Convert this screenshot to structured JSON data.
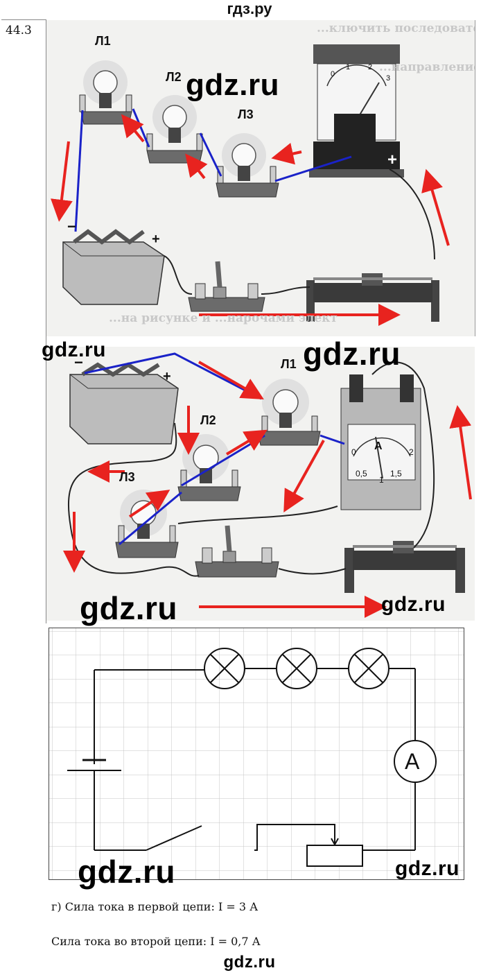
{
  "site_header": "гдз.ру",
  "task_number": "44.3",
  "figure1": {
    "lamp_labels": [
      "Л1",
      "Л2",
      "Л3"
    ],
    "battery_minus": "−",
    "battery_plus": "+",
    "ammeter_plus": "+",
    "ammeter_scale": [
      "0",
      "1",
      "2",
      "3"
    ],
    "ghost_lines": [
      "...ключить последовательно (рис. а): параллельно (",
      "...направление тока в цепи",
      "...на рисунке и ...нарочами элект"
    ]
  },
  "figure2": {
    "lamp_labels": [
      "Л1",
      "Л2",
      "Л3"
    ],
    "battery_minus": "−",
    "battery_plus": "+",
    "ammeter_letter": "А",
    "ammeter_scale": [
      "0",
      "0,5",
      "1",
      "1,5",
      "2"
    ]
  },
  "schematic": {
    "ammeter_letter": "A"
  },
  "answers": [
    "г) Сила тока в первой цепи: I = 3 А",
    "Сила тока во второй цепи: I = 0,7 А"
  ],
  "watermarks": [
    "gdz.ru",
    "gdz.ru",
    "gdz.ru",
    "gdz.ru",
    "gdz.ru",
    "gdz.ru",
    "gdz.ru",
    "gdz.ru"
  ],
  "footer": "gdz.ru",
  "colors": {
    "arrow": "#e8231f",
    "wire_blue": "#1a22c8",
    "wire_black": "#222222"
  }
}
